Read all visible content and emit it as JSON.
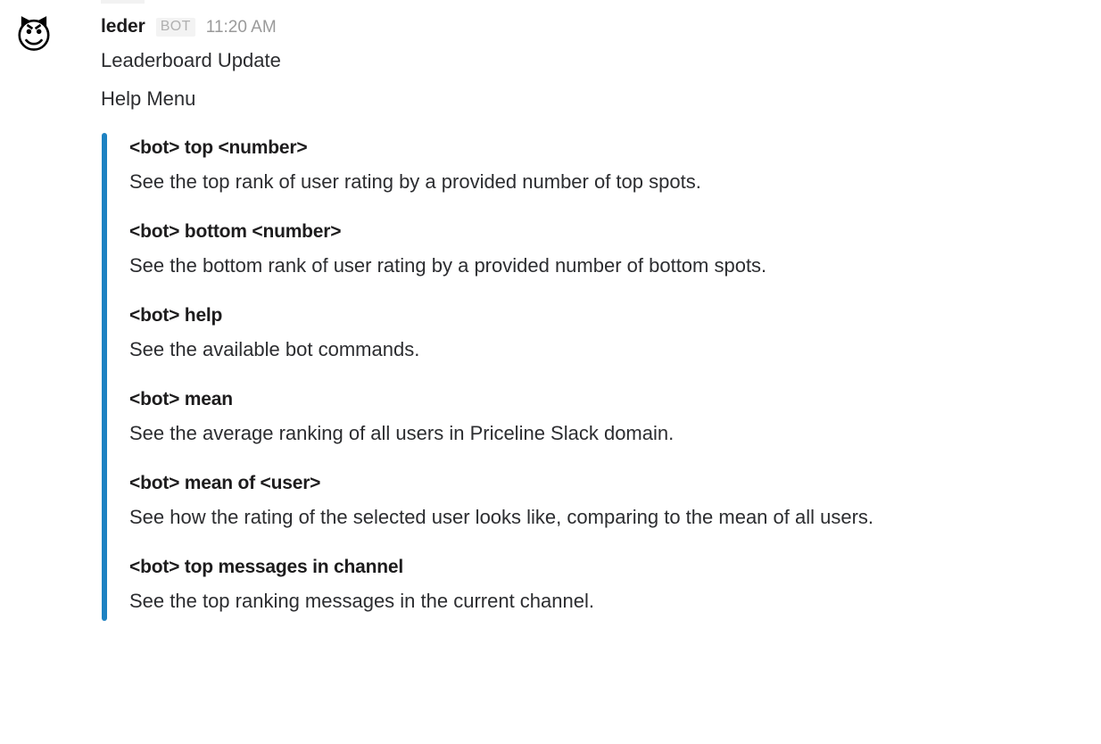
{
  "message": {
    "avatar_emoji": "😈",
    "avatar_name": "smiling-imp-emoji",
    "sender": "leder",
    "bot_badge": "BOT",
    "timestamp": "11:20 AM",
    "lines": [
      "Leaderboard Update",
      "Help Menu"
    ]
  },
  "blockquote": {
    "accent_color": "#1d82c2",
    "commands": [
      {
        "title": "<bot> top <number>",
        "description": "See the top rank of user rating by a provided number of top spots."
      },
      {
        "title": "<bot> bottom <number>",
        "description": "See the bottom rank of user rating by a provided number of bottom spots."
      },
      {
        "title": "<bot> help",
        "description": "See the available bot commands."
      },
      {
        "title": "<bot> mean",
        "description": "See the average ranking of all users in Priceline Slack domain."
      },
      {
        "title": "<bot> mean of <user>",
        "description": "See how the rating of the selected user looks like, comparing to the mean of all users."
      },
      {
        "title": "<bot> top messages in channel",
        "description": "See the top ranking messages in the current channel."
      }
    ]
  },
  "theme": {
    "background": "#ffffff",
    "text_primary": "#1d1c1d",
    "text_body": "#2c2d30",
    "text_muted": "#9a9a9a",
    "badge_background": "#f3f3f3"
  }
}
